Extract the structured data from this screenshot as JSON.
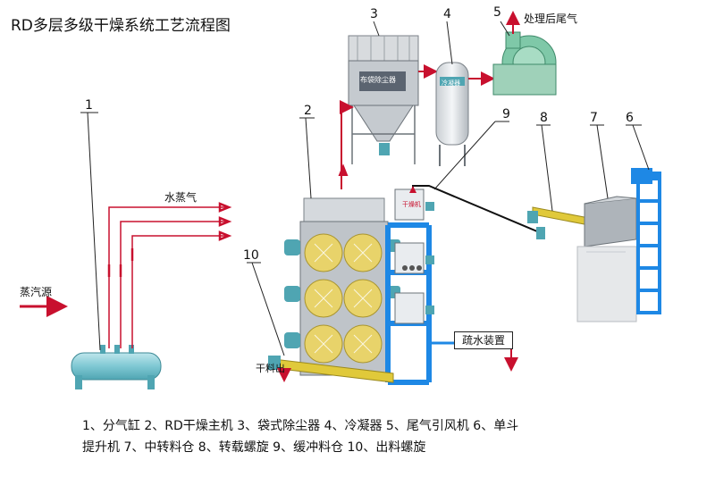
{
  "title": "RD多层多级干燥系统工艺流程图",
  "labels": {
    "steam_source": "蒸汽源",
    "water_vapor": "水蒸气",
    "exhaust_after": "处理后尾气",
    "drain_device": "疏水装置",
    "dry_outlet": "干料出",
    "dust_plate": "布袋除尘器",
    "condenser_plate": "冷凝器",
    "dryer_plate": "干燥机"
  },
  "numbers": [
    "1",
    "2",
    "3",
    "4",
    "5",
    "6",
    "7",
    "8",
    "9",
    "10"
  ],
  "legend": {
    "line1": "1、分气缸  2、RD干燥主机   3、袋式除尘器    4、冷凝器   5、尾气引风机   6、单斗",
    "line2": "提升机   7、中转料仓   8、转载螺旋   9、缓冲料仓   10、出料螺旋"
  },
  "colors": {
    "pipe_red": "#c8102e",
    "machine_blue": "#1e88e5",
    "dryer_yellow": "#e8d36a",
    "body_gray": "#bfc4c9"
  }
}
